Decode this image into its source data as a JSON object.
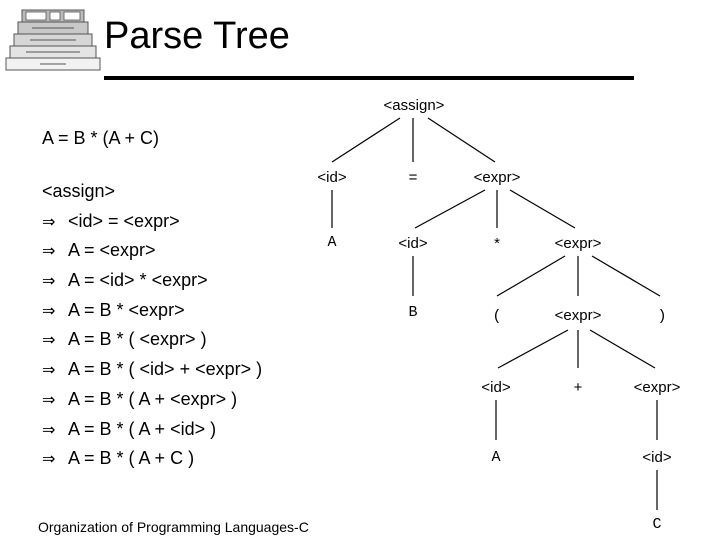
{
  "header": {
    "title": "Parse Tree"
  },
  "logo": {
    "icon": "layered-stack-icon"
  },
  "sentence": "A = B * (A + C)",
  "derivation": {
    "start": "<assign>",
    "arrow": "⇒",
    "steps": [
      "<id> = <expr>",
      "A = <expr>",
      "A = <id> * <expr>",
      "A = B * <expr>",
      "A = B * ( <expr> )",
      "A = B * ( <id> + <expr> )",
      "A = B * ( A + <expr> )",
      "A = B * ( A + <id> )",
      "A = B * ( A + C )"
    ]
  },
  "tree": {
    "root": "<assign>",
    "level1": [
      "<id>",
      "=",
      "<expr>"
    ],
    "level2": [
      "A",
      "<id>",
      "*",
      "<expr>"
    ],
    "level3": [
      "B",
      "(",
      "<expr>",
      ")"
    ],
    "level4": [
      "<id>",
      "+",
      "<expr>"
    ],
    "level5": [
      "A",
      "<id>"
    ],
    "level6": [
      "C"
    ]
  },
  "footer": {
    "text": "Organization of Programming Languages-C"
  }
}
